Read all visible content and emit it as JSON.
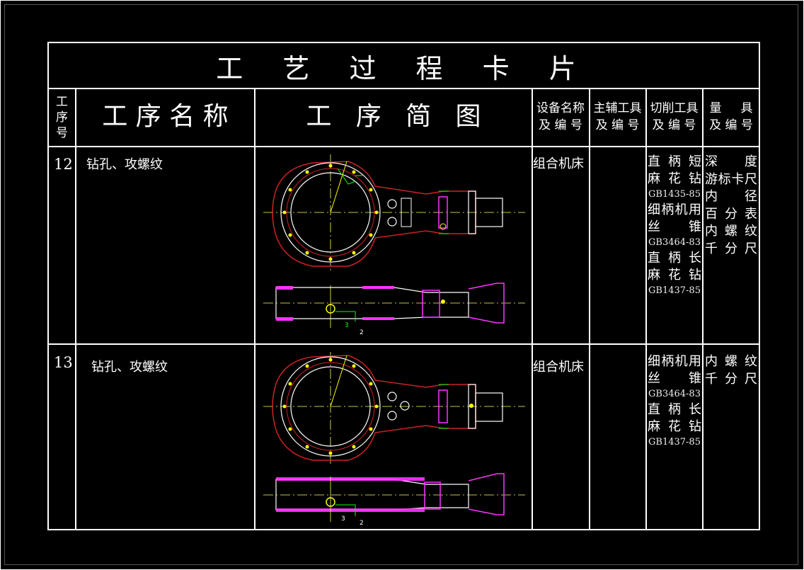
{
  "title": "工 艺 过 程 卡 片",
  "headers": {
    "seq": [
      "工",
      "序",
      "号"
    ],
    "name": "工 序 名 称",
    "sketch": "工   序   简   图",
    "equipment": [
      "设备名称",
      "及 编 号"
    ],
    "fixture": [
      "主辅工具",
      "及 编 号"
    ],
    "cutting": [
      "切削工具",
      "及 编 号"
    ],
    "gauge": [
      "量     具",
      "及 编 号"
    ]
  },
  "rows": [
    {
      "seq": "12",
      "name": "钻孔、攻螺纹",
      "equipment": "组合机床",
      "fixture": "",
      "cutting": [
        "直 柄 短",
        "麻 花 钻",
        "GB1435-85",
        "细柄机用",
        "丝    锥",
        "GB3464-83",
        "直 柄 长",
        "麻 花 钻",
        "GB1437-85"
      ],
      "gauge": [
        "深    度",
        "游标卡尺",
        "内    径",
        "百 分 表",
        "内 螺 纹",
        "千 分 尺"
      ],
      "dims": [
        "3",
        "2"
      ]
    },
    {
      "seq": "13",
      "name": "钻孔、攻螺纹",
      "equipment": "组合机床",
      "fixture": "",
      "cutting": [
        "细柄机用",
        "丝    锥",
        "GB3464-83",
        "直 柄 长",
        "麻 花 钻",
        "GB1437-85"
      ],
      "gauge": [
        "内 螺 纹",
        "千 分 尺"
      ],
      "dims": [
        "3",
        "2"
      ]
    }
  ],
  "colors": {
    "background": "#000000",
    "lines": "#ffffff",
    "part_outline": "#cc2222",
    "section_fill": "#ff33ff",
    "holes": "#ffff00",
    "centerline": "#ffff66",
    "dimension": "#00ff00"
  }
}
